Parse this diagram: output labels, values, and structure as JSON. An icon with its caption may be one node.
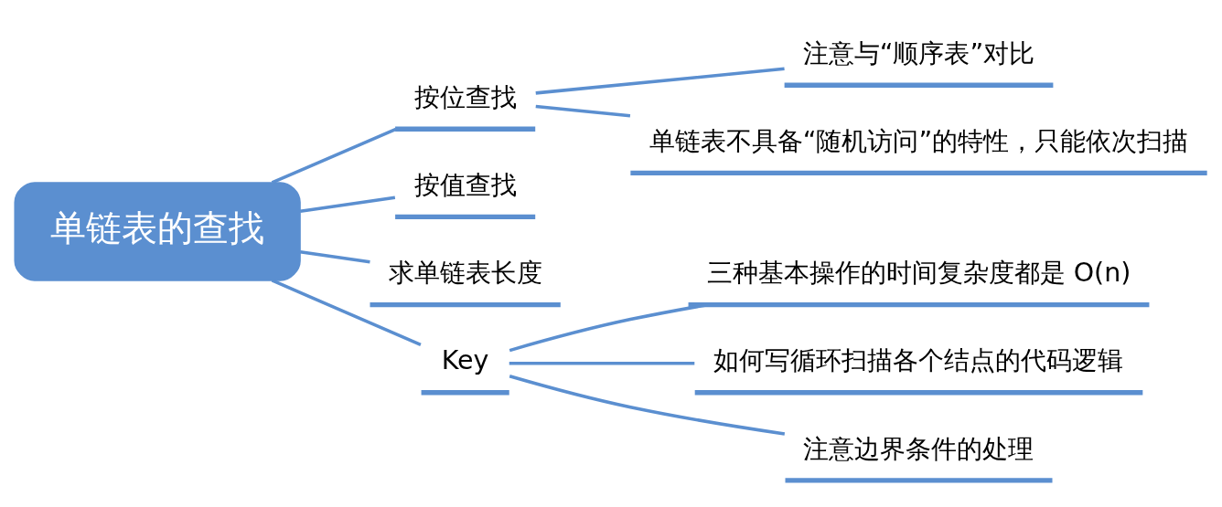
{
  "diagram": {
    "nodes": [
      {
        "text": [
          "单链表的查找"
        ]
      },
      {
        "text": [
          "按位查找"
        ]
      },
      {
        "text": [
          "注意与“顺序表”对比"
        ]
      },
      {
        "text": [
          "单链表不具备“随机访问”的特性，只能依次扫描"
        ]
      },
      {
        "text": [
          "按值查找"
        ]
      },
      {
        "text": [
          "求单链表长度"
        ]
      },
      {
        "text": [
          "Key"
        ]
      },
      {
        "text": [
          "三种基本操作的时间复杂度都是 O(n)"
        ]
      },
      {
        "text": [
          "如何写循环扫描各个结点的代码逻辑"
        ]
      },
      {
        "text": [
          "注意边界条件的处理"
        ]
      }
    ],
    "edges": [
      {
        "from": 0,
        "to": 1,
        "arrow": "none"
      },
      {
        "from": 0,
        "to": 4,
        "arrow": "none"
      },
      {
        "from": 0,
        "to": 5,
        "arrow": "none"
      },
      {
        "from": 0,
        "to": 6,
        "arrow": "none"
      },
      {
        "from": 1,
        "to": 2,
        "arrow": "none"
      },
      {
        "from": 1,
        "to": 3,
        "arrow": "none"
      },
      {
        "from": 6,
        "to": 7,
        "arrow": "none"
      },
      {
        "from": 6,
        "to": 8,
        "arrow": "none"
      },
      {
        "from": 6,
        "to": 9,
        "arrow": "none"
      }
    ]
  }
}
